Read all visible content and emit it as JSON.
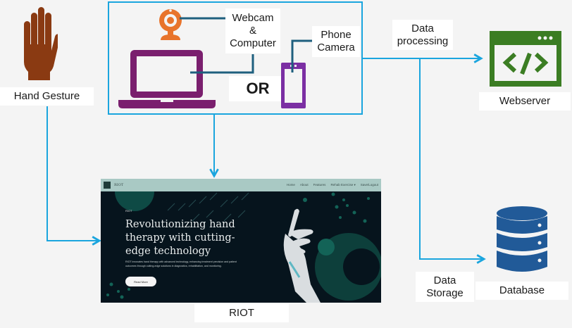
{
  "diagram": {
    "title": "RIOT system architecture",
    "colors": {
      "connector": "#1aa5de",
      "dark_connector": "#1e5f7e",
      "hand": "#8a3a12",
      "webcam": "#e8742c",
      "laptop": "#7a1f6e",
      "phone": "#7b2fa3",
      "webserver": "#3b7d23",
      "database": "#215a98"
    },
    "nodes": {
      "hand_gesture": {
        "label": "Hand Gesture",
        "icon": "hand-icon"
      },
      "webcam": {
        "label_line1": "Webcam",
        "label_line2": "&",
        "label_line3": "Computer",
        "icon": "webcam-icon"
      },
      "laptop": {
        "icon": "laptop-icon"
      },
      "or": {
        "label": "OR"
      },
      "phone": {
        "label_line1": "Phone",
        "label_line2": "Camera",
        "icon": "smartphone-icon"
      },
      "data_processing": {
        "label_line1": "Data",
        "label_line2": "processing"
      },
      "webserver": {
        "label": "Webserver",
        "icon": "code-window-icon"
      },
      "data_storage": {
        "label_line1": "Data",
        "label_line2": "Storage"
      },
      "database": {
        "label": "Database",
        "icon": "database-icon"
      },
      "riot": {
        "label": "RIOT"
      }
    },
    "edges": [
      {
        "from": "hand_gesture",
        "to": "riot"
      },
      {
        "from": "capture_devices",
        "to": "riot"
      },
      {
        "from": "capture_devices",
        "to": "webserver",
        "label": "Data processing"
      },
      {
        "from": "capture_devices",
        "to": "database",
        "label": "Data Storage"
      }
    ]
  },
  "website": {
    "brand": "RIOT",
    "nav": [
      "Home",
      "About",
      "Features",
      "Rehab Exercise ▾",
      "Save/Logout"
    ],
    "kicker": "RIOT",
    "headline": "Revolutionizing hand therapy with cutting-edge technology",
    "body": "RIOT innovates hand therapy with advanced technology, enhancing treatment precision and patient outcomes through cutting-edge solutions in diagnostics, rehabilitation, and monitoring.",
    "cta": "Read More"
  }
}
